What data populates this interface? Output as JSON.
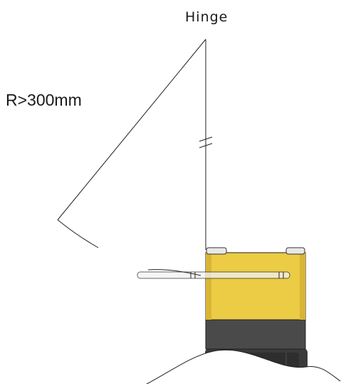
{
  "labels": {
    "hinge": "Hinge",
    "radius": "R>300mm"
  },
  "colors": {
    "switch_body": "#eccb45",
    "switch_body_shade": "#d9b536",
    "switch_base": "#4a4a4a",
    "switch_cap": "#e8e8e8",
    "mount_block": "#3a3a3a",
    "actuator": "#f2f2f2",
    "line": "#222222"
  },
  "components": {
    "pivot_line": "pivot-line",
    "swing_arc": "swing-arc",
    "actuator_key": "actuator-key",
    "safety_switch": "safety-switch",
    "mounting_surface": "mounting-surface"
  }
}
